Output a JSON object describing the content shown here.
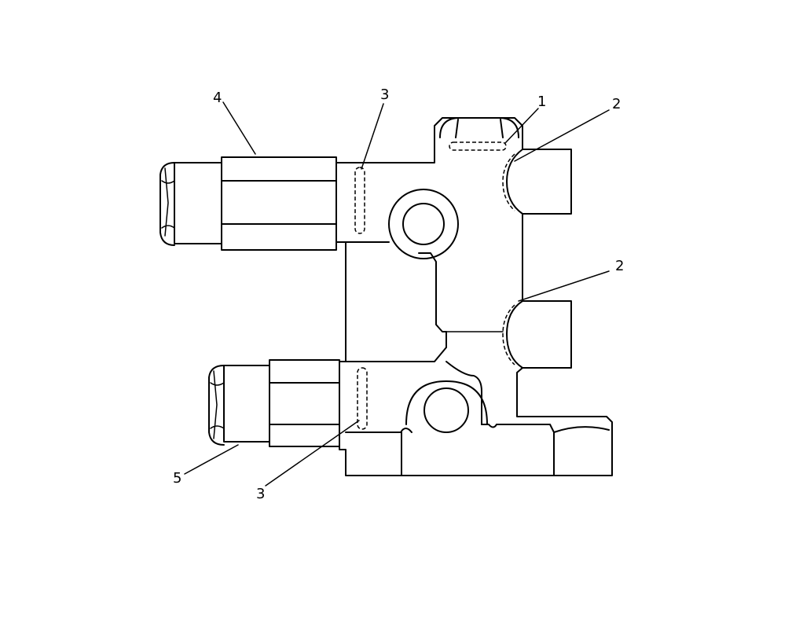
{
  "callouts": [
    {
      "id": "c1",
      "label": "1"
    },
    {
      "id": "c2a",
      "label": "2"
    },
    {
      "id": "c2b",
      "label": "2"
    },
    {
      "id": "c3a",
      "label": "3"
    },
    {
      "id": "c3b",
      "label": "3"
    },
    {
      "id": "c4",
      "label": "4"
    },
    {
      "id": "c5",
      "label": "5"
    }
  ],
  "colors": {
    "line": "#000000",
    "background": "#ffffff"
  }
}
